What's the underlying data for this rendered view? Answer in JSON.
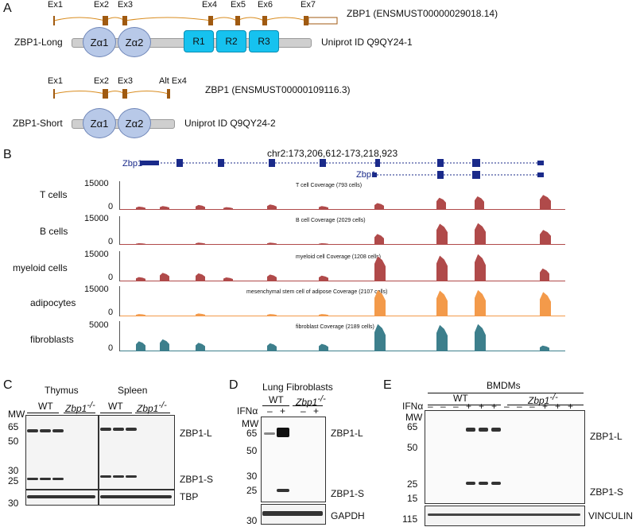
{
  "panelA": {
    "letter": "A",
    "transcript_long": {
      "exons": [
        "Ex1",
        "Ex2",
        "Ex3",
        "Ex4",
        "Ex5",
        "Ex6",
        "Ex7"
      ],
      "id": "ZBP1 (ENSMUST00000029018.14)"
    },
    "protein_long": {
      "name": "ZBP1-Long",
      "domains": [
        "Zα1",
        "Zα2"
      ],
      "repeats": [
        "R1",
        "R2",
        "R3"
      ],
      "uniprot": "Uniprot ID Q9QY24-1"
    },
    "transcript_short": {
      "exons": [
        "Ex1",
        "Ex2",
        "Ex3",
        "Alt Ex4"
      ],
      "id": "ZBP1 (ENSMUST00000109116.3)"
    },
    "protein_short": {
      "name": "ZBP1-Short",
      "domains": [
        "Zα1",
        "Zα2"
      ],
      "uniprot": "Uniprot ID Q9QY24-2"
    }
  },
  "panelB": {
    "letter": "B",
    "locus": "chr2:173,206,612-173,218,923",
    "gene_label_1": "Zbp1",
    "gene_label_2": "Zbp1",
    "tracks": [
      {
        "label": "T cells",
        "max": "15000",
        "min": "0",
        "title": "T cell Coverage (793 cells)",
        "color": "#b04a4a"
      },
      {
        "label": "B cells",
        "max": "15000",
        "min": "0",
        "title": "B cell Coverage (2029 cells)",
        "color": "#b04a4a"
      },
      {
        "label": "myeloid cells",
        "max": "15000",
        "min": "0",
        "title": "myeloid cell Coverage (1208 cells)",
        "color": "#b04a4a"
      },
      {
        "label": "adipocytes",
        "max": "15000",
        "min": "0",
        "title": "mesenchymal stem cell of adipose Coverage (2107 cells)",
        "color": "#f39a4a"
      },
      {
        "label": "fibroblasts",
        "max": "5000",
        "min": "0",
        "title": "fibroblast Coverage (2189 cells)",
        "color": "#3d7f8c"
      }
    ]
  },
  "panelC": {
    "letter": "C",
    "tissue1": "Thymus",
    "tissue2": "Spleen",
    "wt": "WT",
    "ko": "Zbp1",
    "ko_sup": "-/-",
    "mw_label": "MW",
    "mw": [
      "65",
      "50",
      "30",
      "25",
      "30"
    ],
    "bands": [
      "ZBP1-L",
      "ZBP1-S",
      "TBP"
    ]
  },
  "panelD": {
    "letter": "D",
    "title": "Lung Fibroblasts",
    "wt": "WT",
    "ko": "Zbp1",
    "ko_sup": "-/-",
    "treatment": "IFNα",
    "signs": [
      "–",
      "+",
      "–",
      "+"
    ],
    "mw_label": "MW",
    "mw": [
      "65",
      "50",
      "30",
      "25",
      "30"
    ],
    "bands": [
      "ZBP1-L",
      "ZBP1-S",
      "GAPDH"
    ]
  },
  "panelE": {
    "letter": "E",
    "title": "BMDMs",
    "wt": "WT",
    "ko": "Zbp1",
    "ko_sup": "-/-",
    "treatment": "IFNα",
    "signs": [
      "–",
      "–",
      "–",
      "+",
      "+",
      "+",
      "–",
      "–",
      "–",
      "+",
      "+",
      "+"
    ],
    "mw_label": "MW",
    "mw": [
      "65",
      "50",
      "25",
      "15",
      "115"
    ],
    "bands": [
      "ZBP1-L",
      "ZBP1-S",
      "VINCULIN"
    ]
  }
}
